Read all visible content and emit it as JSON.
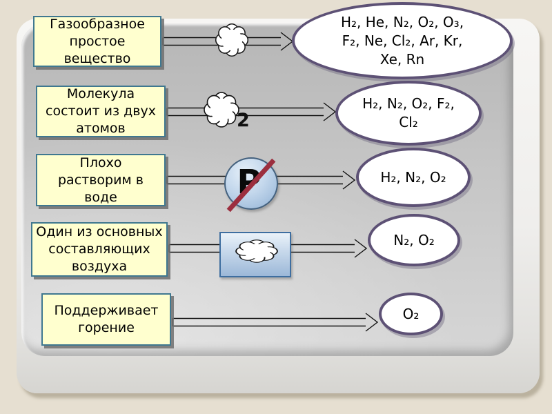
{
  "slide": {
    "rows": [
      {
        "label": "Газообразное\nпростое\nвещество",
        "result": "H₂, He, N₂, O₂, O₃,\nF₂, Ne, Cl₂, Ar, Kr,\nXe, Rn",
        "marker": "cloud"
      },
      {
        "label": "Молекула\nсостоит из двух\nатомов",
        "result": "H₂, N₂, O₂, F₂,\nCl₂",
        "marker": "cloud",
        "marker_label": "2"
      },
      {
        "label": "Плохо\nрастворим в\nводе",
        "result": "H₂, N₂, O₂",
        "marker": "crossed-letter",
        "marker_letter": "P"
      },
      {
        "label": "Один из основных\nсоставляющих\nвоздуха",
        "result": "N₂, O₂",
        "marker": "cloud-in-rect"
      },
      {
        "label": "Поддерживает\nгорение",
        "result": "O₂",
        "marker": "none"
      }
    ],
    "colors": {
      "background": "#e6dfd1",
      "box_fill": "#ffffcf",
      "box_border": "#3f7890",
      "ellipse_border": "#5d5175",
      "slash_red": "#9c2f3f",
      "marker_blue_border": "#3e6ea0"
    }
  }
}
